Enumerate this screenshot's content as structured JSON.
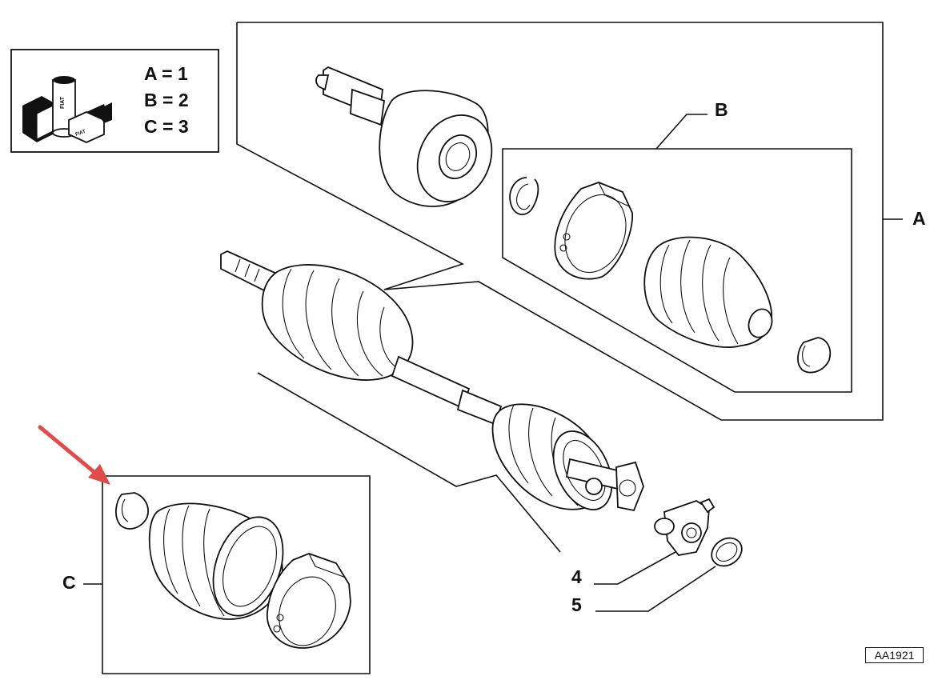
{
  "legend": {
    "entries": [
      "A = 1",
      "B = 2",
      "C = 3"
    ],
    "logo_text": "FIAT"
  },
  "callouts": {
    "A": "A",
    "B": "B",
    "C": "C",
    "part4": "4",
    "part5": "5"
  },
  "reference_code": "AA1921",
  "colors": {
    "line": "#111111",
    "arrow": "#e24b4b",
    "background": "#ffffff"
  }
}
